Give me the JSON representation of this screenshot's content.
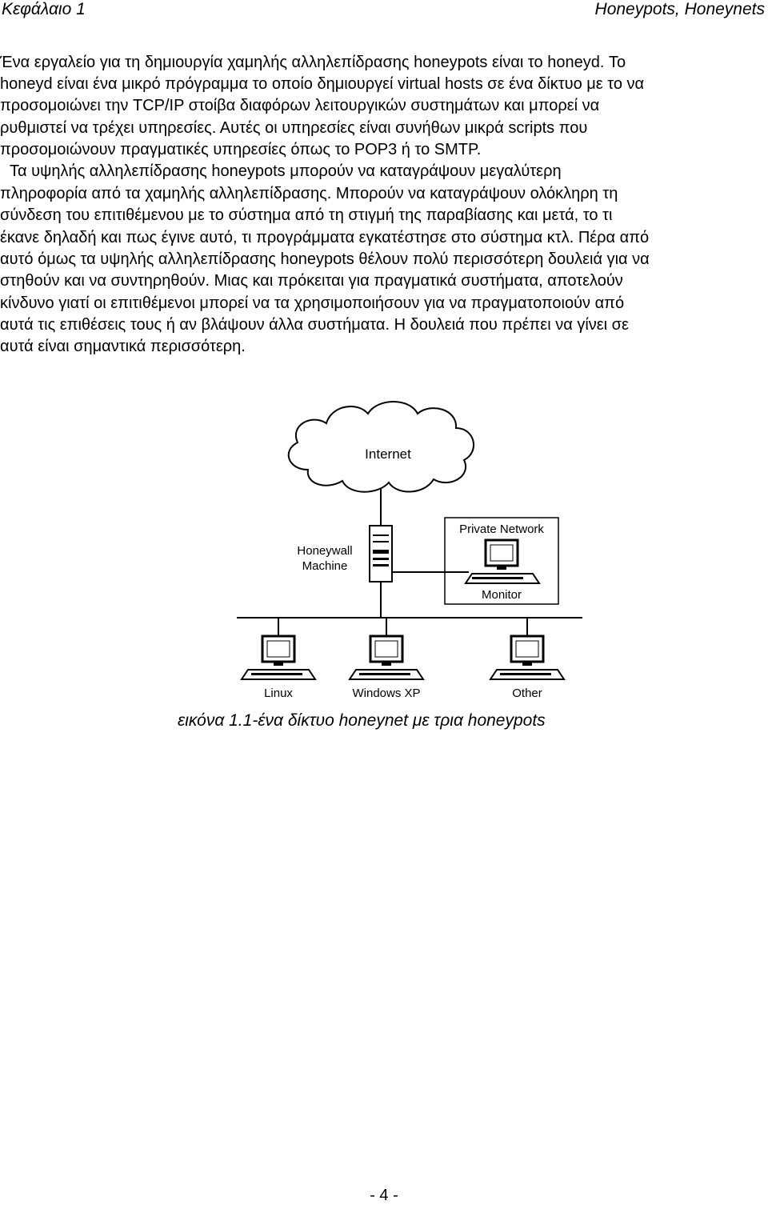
{
  "header": {
    "chapter": "Κεφάλαιο 1",
    "title": "Honeypots, Honeynets"
  },
  "body_lines": [
    "Ένα εργαλείο για τη δημιουργία χαμηλής αλληλεπίδρασης honeypots είναι το honeyd. Το",
    "honeyd είναι ένα μικρό πρόγραμμα το οποίο δημιουργεί virtual hosts σε ένα δίκτυο με το να",
    "προσομοιώνει την TCP/IP στοίβα διαφόρων λειτουργικών συστημάτων και μπορεί να",
    "ρυθμιστεί να τρέχει υπηρεσίες. Αυτές οι υπηρεσίες είναι συνήθων μικρά scripts που",
    "προσομοιώνουν πραγματικές υπηρεσίες όπως το POP3 ή το SMTP.",
    "Τα υψηλής αλληλεπίδρασης honeypots μπορούν να καταγράψουν μεγαλύτερη",
    "πληροφορία από τα χαμηλής αλληλεπίδρασης. Μπορούν να καταγράψουν ολόκληρη τη",
    "σύνδεση του επιτιθέμενου με το σύστημα από τη στιγμή της παραβίασης και μετά, το τι",
    "έκανε δηλαδή και πως έγινε αυτό, τι προγράμματα εγκατέστησε στο σύστημα κτλ. Πέρα από",
    "αυτό όμως τα υψηλής αλληλεπίδρασης honeypots θέλουν πολύ περισσότερη δουλειά για να",
    "στηθούν και να συντηρηθούν. Μιας και πρόκειται για πραγματικά συστήματα, αποτελούν",
    "κίνδυνο γιατί οι επιτιθέμενοι μπορεί να τα χρησιμοποιήσουν για να πραγματοποιούν από",
    "αυτά τις επιθέσεις τους ή αν βλάψουν άλλα συστήματα. Η δουλειά που πρέπει να γίνει σε",
    "αυτά είναι σημαντικά περισσότερη."
  ],
  "diagram": {
    "cloud_label": "Internet",
    "honeywall_label_1": "Honeywall",
    "honeywall_label_2": "Machine",
    "private_network_label": "Private Network",
    "monitor_label": "Monitor",
    "hosts": [
      "Linux",
      "Windows XP",
      "Other"
    ]
  },
  "caption": "εικόνα 1.1-ένα δίκτυο honeynet με τρια honeypots",
  "page_number": "- 4 -"
}
